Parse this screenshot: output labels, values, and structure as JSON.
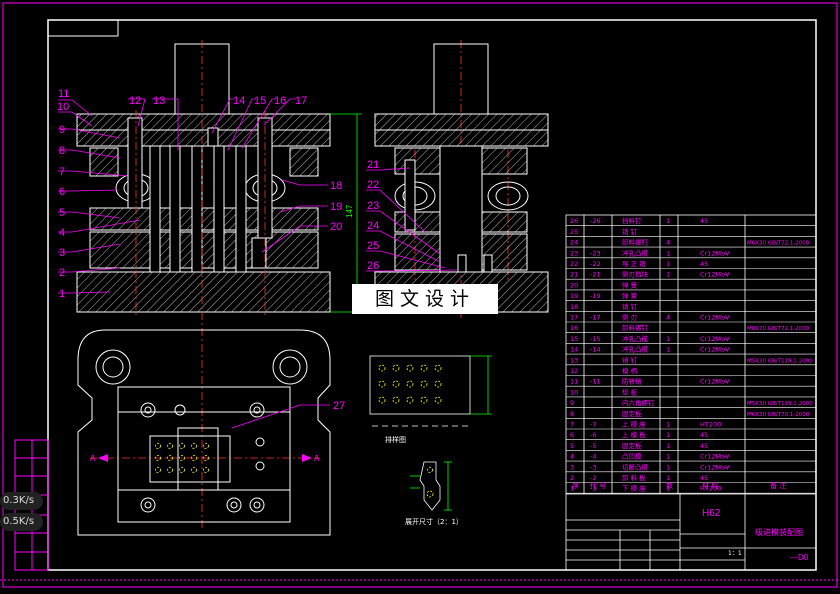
{
  "watermark": "图文设计",
  "stats": {
    "upload": "0.3K/s",
    "download": "0.5K/s"
  },
  "dimension_value": "147",
  "main_callouts": [
    "1",
    "2",
    "3",
    "4",
    "5",
    "6",
    "7",
    "8",
    "9",
    "10",
    "11",
    "12",
    "13",
    "14",
    "15",
    "16",
    "17",
    "18",
    "19",
    "20"
  ],
  "side_callouts": [
    "21",
    "22",
    "23",
    "24",
    "25",
    "26"
  ],
  "plan_callout": "27",
  "captions": {
    "strip_layout": "排样图",
    "blank_size": "展开尺寸（2：1）"
  },
  "material": "H62",
  "drawing_title": "级进模装配图",
  "drawing_code": "—D0",
  "scale": "1：1",
  "table_header": {
    "no": "序",
    "code": "代 号",
    "name": "名 称",
    "qty": "数",
    "material": "材 料",
    "note": "备 注"
  },
  "parts": [
    {
      "no": "26",
      "code": "-26",
      "name": "挡料钉",
      "qty": "1",
      "material": "45",
      "note": ""
    },
    {
      "no": "25",
      "code": "",
      "name": "销 钉",
      "qty": "",
      "material": "",
      "note": ""
    },
    {
      "no": "24",
      "code": "",
      "name": "卸料螺钉",
      "qty": "4",
      "material": "",
      "note": "M6X30 GB/T72.1-2000"
    },
    {
      "no": "23",
      "code": "-23",
      "name": "冲孔凸模",
      "qty": "1",
      "material": "Cr12MoV",
      "note": ""
    },
    {
      "no": "22",
      "code": "-22",
      "name": "导 正 销",
      "qty": "1",
      "material": "45",
      "note": ""
    },
    {
      "no": "21",
      "code": "-21",
      "name": "侧刃挡块",
      "qty": "1",
      "material": "Cr12MoV",
      "note": ""
    },
    {
      "no": "20",
      "code": "",
      "name": "弹 簧",
      "qty": "",
      "material": "",
      "note": ""
    },
    {
      "no": "19",
      "code": "-19",
      "name": "弹 簧",
      "qty": "",
      "material": "",
      "note": ""
    },
    {
      "no": "18",
      "code": "",
      "name": "销 钉",
      "qty": "",
      "material": "",
      "note": ""
    },
    {
      "no": "17",
      "code": "-17",
      "name": "侧 刃",
      "qty": "4",
      "material": "Cr12MoV",
      "note": ""
    },
    {
      "no": "16",
      "code": "",
      "name": "卸料螺钉",
      "qty": "",
      "material": "",
      "note": "M8X70 GB/T72.1-2000"
    },
    {
      "no": "15",
      "code": "-15",
      "name": "冲孔凸模",
      "qty": "1",
      "material": "Cr12MoV",
      "note": ""
    },
    {
      "no": "14",
      "code": "-14",
      "name": "冲孔凸模",
      "qty": "1",
      "material": "Cr12MoV",
      "note": ""
    },
    {
      "no": "13",
      "code": "",
      "name": "销 钉",
      "qty": "",
      "material": "",
      "note": "M5X30 GB/T119.1-2000"
    },
    {
      "no": "12",
      "code": "",
      "name": "模 柄",
      "qty": "",
      "material": "",
      "note": ""
    },
    {
      "no": "11",
      "code": "-11",
      "name": "防转销",
      "qty": "",
      "material": "Cr12MoV",
      "note": ""
    },
    {
      "no": "10",
      "code": "",
      "name": "垫 板",
      "qty": "",
      "material": "",
      "note": ""
    },
    {
      "no": "9",
      "code": "",
      "name": "内六角螺钉",
      "qty": "",
      "material": "",
      "note": "M5X30 GB/T119.1-2000"
    },
    {
      "no": "8",
      "code": "",
      "name": "固定板",
      "qty": "",
      "material": "",
      "note": "M6X30 GB/T70.1-2000"
    },
    {
      "no": "7",
      "code": "-7",
      "name": "上 模 座",
      "qty": "1",
      "material": "HT200",
      "note": ""
    },
    {
      "no": "6",
      "code": "-6",
      "name": "上 模 板",
      "qty": "1",
      "material": "45",
      "note": ""
    },
    {
      "no": "5",
      "code": "-5",
      "name": "固定板",
      "qty": "1",
      "material": "45",
      "note": ""
    },
    {
      "no": "4",
      "code": "-4",
      "name": "凸凹模",
      "qty": "1",
      "material": "Cr12MoV",
      "note": ""
    },
    {
      "no": "3",
      "code": "-3",
      "name": "切断凸模",
      "qty": "1",
      "material": "Cr12MoV",
      "note": ""
    },
    {
      "no": "2",
      "code": "-2",
      "name": "卸 料 板",
      "qty": "1",
      "material": "45",
      "note": ""
    },
    {
      "no": "1",
      "code": "-1",
      "name": "下 模 座",
      "qty": "1",
      "material": "HT200",
      "note": ""
    }
  ],
  "colors": {
    "frame": "#ff00ff",
    "part": "#ffffff",
    "hatch": "#ffffff",
    "center": "#ff3030",
    "dim": "#00ff00",
    "callout": "#ff00ff",
    "leader": "#ff00ff",
    "cyan": "#00ffff",
    "yellow": "#ffff00"
  }
}
